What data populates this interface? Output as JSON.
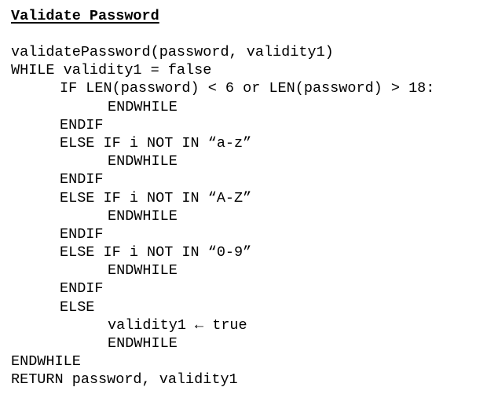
{
  "document": {
    "title": "Validate Password",
    "lines": [
      {
        "indent": 0,
        "text": "validatePassword(password, validity1)"
      },
      {
        "indent": 0,
        "text": "WHILE validity1 = false"
      },
      {
        "indent": 1,
        "text": "IF LEN(password) < 6 or LEN(password) > 18:"
      },
      {
        "indent": 2,
        "text": "ENDWHILE"
      },
      {
        "indent": 1,
        "text": "ENDIF"
      },
      {
        "indent": 1,
        "text": "ELSE IF i NOT IN “a-z”"
      },
      {
        "indent": 2,
        "text": "ENDWHILE"
      },
      {
        "indent": 1,
        "text": "ENDIF"
      },
      {
        "indent": 1,
        "text": "ELSE IF i NOT IN “A-Z”"
      },
      {
        "indent": 2,
        "text": "ENDWHILE"
      },
      {
        "indent": 1,
        "text": "ENDIF"
      },
      {
        "indent": 1,
        "text": "ELSE IF i NOT IN “0-9”"
      },
      {
        "indent": 2,
        "text": "ENDWHILE"
      },
      {
        "indent": 1,
        "text": "ENDIF"
      },
      {
        "indent": 1,
        "text": "ELSE"
      },
      {
        "indent": 2,
        "text": "validity1 ← true"
      },
      {
        "indent": 2,
        "text": "ENDWHILE"
      },
      {
        "indent": 0,
        "text": "ENDWHILE"
      },
      {
        "indent": 0,
        "text": "RETURN password, validity1"
      }
    ]
  }
}
